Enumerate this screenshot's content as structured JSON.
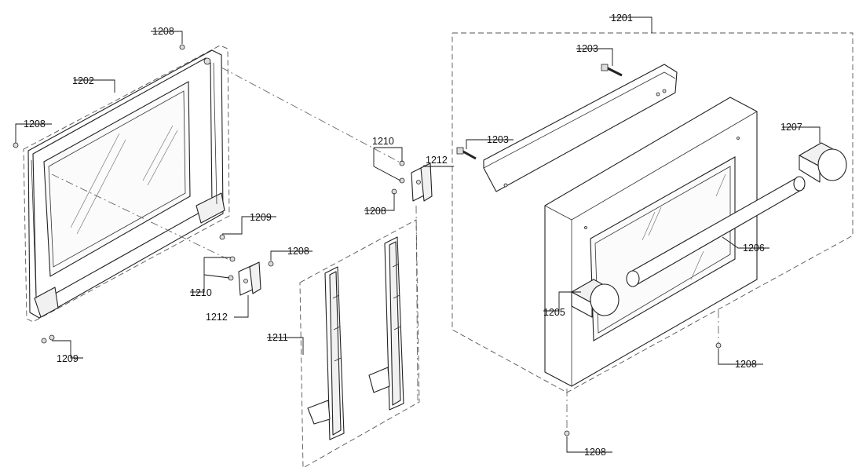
{
  "callouts": {
    "c1201": "1201",
    "c1202": "1202",
    "c1203a": "1203",
    "c1203b": "1203",
    "c1205": "1205",
    "c1206": "1206",
    "c1207": "1207",
    "c1208a": "1208",
    "c1208b": "1208",
    "c1208c": "1208",
    "c1208d": "1208",
    "c1208e": "1208",
    "c1208f": "1208",
    "c1209a": "1209",
    "c1209b": "1209",
    "c1210a": "1210",
    "c1210b": "1210",
    "c1211": "1211",
    "c1212a": "1212",
    "c1212b": "1212"
  }
}
